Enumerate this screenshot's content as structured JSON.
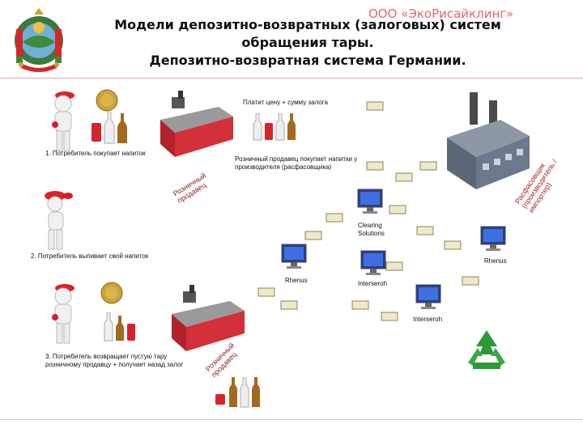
{
  "header": {
    "brand": "ООО «ЭкоРисайклинг»",
    "title_line1": "Модели депозитно-возвратных (залоговых) систем",
    "title_line2": "обращения тары.",
    "title_line3": "Депозитно-возвратная система Германии."
  },
  "labels": {
    "pays_price": "Платит цену + сумму залога",
    "consumer_buys": "1. Потребитель покупает напиток",
    "retailer_buys": "Розничный продавец покупает напитки у производителя (расфасовщика)",
    "retailer_1": "Розничный продавец",
    "retailer_2": "Розничный продавец",
    "producer": "Расфасовщик (производитель / импортер)",
    "consumer_drinks": "2. Потребитель выпивает свой напиток",
    "consumer_returns": "3. Потребитель возвращает пустую тару розничному продавцу + получает назад залог",
    "clearing": "Clearing Solutions",
    "rhenus_left": "Rhenus",
    "rhenus_right": "Rhenus",
    "interseroh_mid": "Interseroh",
    "interseroh_low": "Interseroh"
  },
  "icons": [
    "coat-of-arms-icon",
    "person-icon",
    "coin-icon",
    "can-icon",
    "bottle-icon",
    "checkout-counter-icon",
    "banknote-icon",
    "factory-icon",
    "monitor-icon",
    "recycle-icon"
  ],
  "colors": {
    "accent_red": "#e0303a",
    "divider": "#e4a3a3",
    "recycle_green": "#2d9a3a"
  }
}
